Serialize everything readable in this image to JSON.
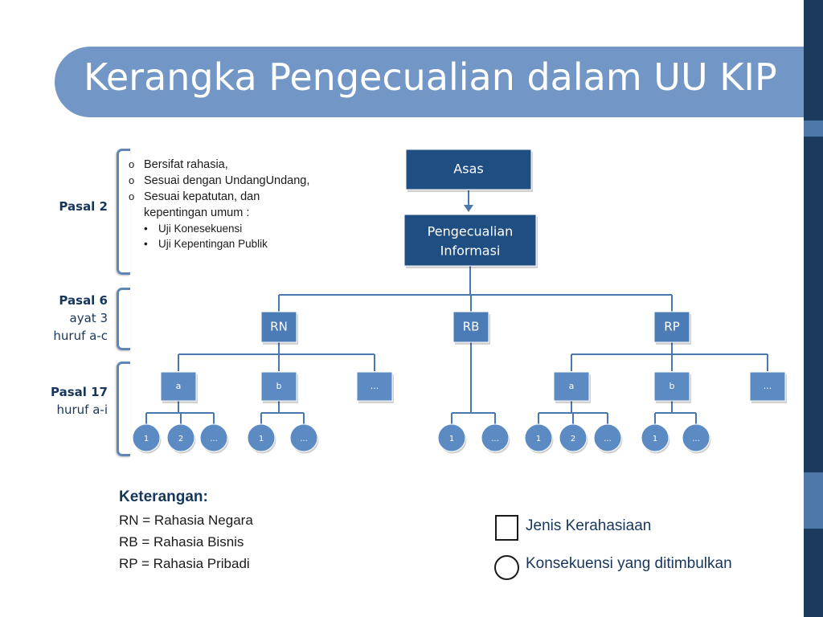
{
  "title": "Kerangka Pengecualian dalam UU KIP",
  "pasal": {
    "p2": {
      "bold": "Pasal 2",
      "lines": []
    },
    "p6": {
      "bold": "Pasal 6",
      "lines": [
        "ayat 3",
        "huruf a-c"
      ]
    },
    "p17": {
      "bold": "Pasal 17",
      "lines": [
        "huruf a-i"
      ]
    }
  },
  "criteria": {
    "items": [
      "Bersifat rahasia,",
      "Sesuai dengan UndangUndang,",
      "Sesuai kepatutan, dan",
      "kepentingan umum :"
    ],
    "bullet": "o",
    "sub_items": [
      "Uji Konesekuensi",
      "Uji Kepentingan Publik"
    ]
  },
  "diagram": {
    "asas": "Asas",
    "pengecualian": [
      "Pengecualian",
      "Informasi"
    ],
    "types": [
      {
        "label": "RN",
        "children": [
          {
            "label": "a",
            "circles": [
              "1",
              "2",
              "..."
            ]
          },
          {
            "label": "b",
            "circles": [
              "1",
              "..."
            ]
          },
          {
            "label": "...",
            "circles": []
          }
        ]
      },
      {
        "label": "RB",
        "children": [],
        "circles": [
          "1",
          "..."
        ]
      },
      {
        "label": "RP",
        "children": [
          {
            "label": "a",
            "circles": [
              "1",
              "2",
              "..."
            ]
          },
          {
            "label": "b",
            "circles": [
              "1",
              "..."
            ]
          },
          {
            "label": "...",
            "circles": []
          }
        ]
      }
    ]
  },
  "keterangan": {
    "heading": "Keterangan:",
    "lines": [
      "RN = Rahasia Negara",
      "RB = Rahasia Bisnis",
      "RP = Rahasia Pribadi"
    ]
  },
  "legend": {
    "square_label": "Jenis Kerahasiaan",
    "circle_label": "Konsekuensi yang ditimbulkan"
  },
  "colors": {
    "dark_box": "#1f4e82",
    "mid_box": "#4b7cb6",
    "light_box": "#5c8bc4",
    "line": "#4a77ad",
    "accent_bar": "#1b3a5c"
  }
}
